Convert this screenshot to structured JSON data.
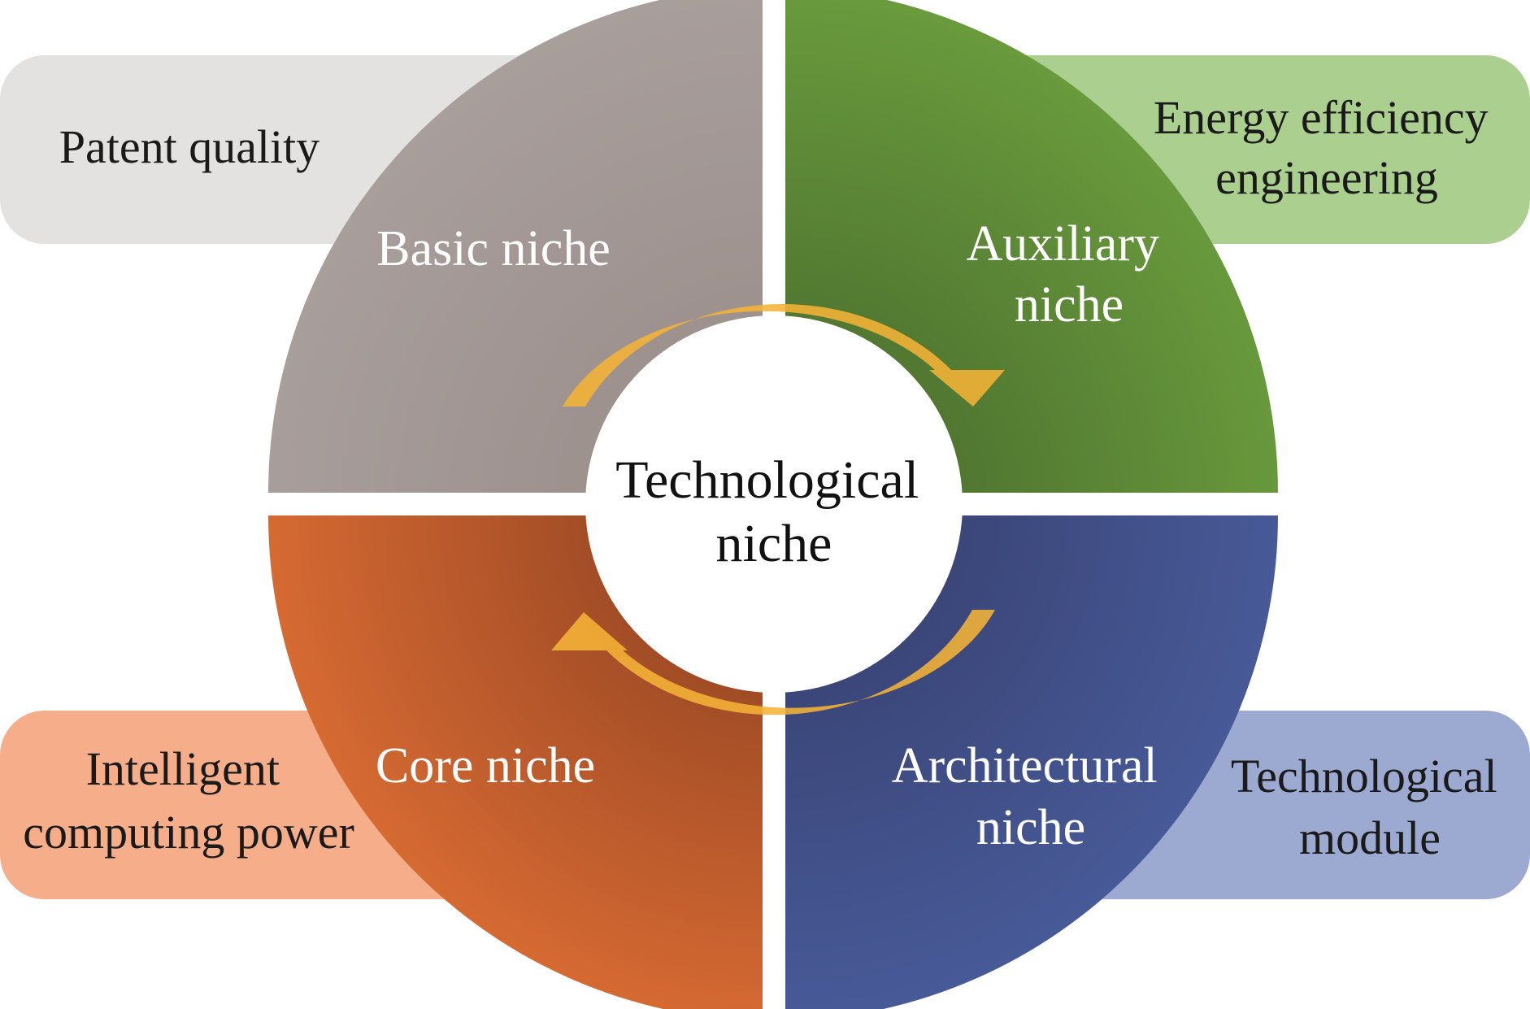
{
  "center": {
    "line1": "Technological",
    "line2": "niche"
  },
  "quadrants": {
    "top_left": {
      "line1": "Basic niche",
      "color": "#A89E9B"
    },
    "top_right": {
      "line1": "Auxiliary",
      "line2": "niche",
      "color": "#6A9B3D"
    },
    "bottom_left": {
      "line1": "Core niche",
      "color": "#D86B33"
    },
    "bottom_right": {
      "line1": "Architectural",
      "line2": "niche",
      "color": "#465A98"
    }
  },
  "tags": {
    "top_left": {
      "line1": "Patent quality",
      "color": "#E3E2E1"
    },
    "top_right": {
      "line1": "Energy efficiency",
      "line2": "engineering",
      "color": "#AACF8E"
    },
    "bottom_left": {
      "line1": "Intelligent",
      "line2": "computing power",
      "color": "#F6AD8A"
    },
    "bottom_right": {
      "line1": "Technological",
      "line2": "module",
      "color": "#9CA9D0"
    }
  },
  "arrow_color": "#F5B335"
}
